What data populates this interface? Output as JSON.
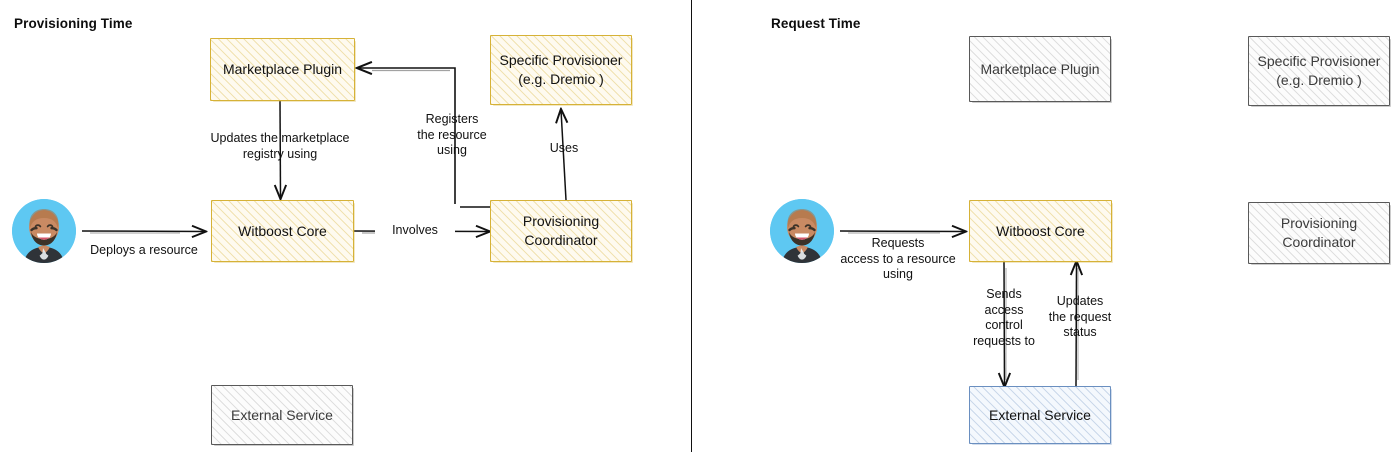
{
  "panels": [
    {
      "id": "provisioning",
      "title": "Provisioning Time",
      "nodes": [
        {
          "id": "marketplace-plugin",
          "label": "Marketplace\nPlugin",
          "state": "active",
          "color": "#d6b237"
        },
        {
          "id": "specific-provisioner",
          "label": "Specific\nProvisioner\n(e.g. Dremio )",
          "state": "active",
          "color": "#d6b237"
        },
        {
          "id": "witboost-core",
          "label": "Witboost Core",
          "state": "active",
          "color": "#d6b237"
        },
        {
          "id": "provisioning-coordinator",
          "label": "Provisioning\nCoordinator",
          "state": "active",
          "color": "#d6b237"
        },
        {
          "id": "external-service",
          "label": "External Service",
          "state": "inactive",
          "color": "#595959"
        }
      ],
      "edges": [
        {
          "id": "deploys",
          "label": "Deploys a resource",
          "from": "user",
          "to": "witboost-core"
        },
        {
          "id": "updates-registry",
          "label": "Updates the marketplace\nregistry using",
          "from": "marketplace-plugin",
          "to": "witboost-core"
        },
        {
          "id": "registers",
          "label": "Registers\nthe resource\nusing",
          "from": "provisioning-coordinator",
          "to": "marketplace-plugin"
        },
        {
          "id": "uses",
          "label": "Uses",
          "from": "provisioning-coordinator",
          "to": "specific-provisioner"
        },
        {
          "id": "involves",
          "label": "Involves",
          "from": "witboost-core",
          "to": "provisioning-coordinator"
        }
      ],
      "actor": {
        "id": "user-avatar",
        "name": "user-avatar"
      }
    },
    {
      "id": "request",
      "title": "Request Time",
      "nodes": [
        {
          "id": "marketplace-plugin",
          "label": "Marketplace\nPlugin",
          "state": "inactive",
          "color": "#595959"
        },
        {
          "id": "specific-provisioner",
          "label": "Specific\nProvisioner\n(e.g. Dremio )",
          "state": "inactive",
          "color": "#595959"
        },
        {
          "id": "witboost-core",
          "label": "Witboost Core",
          "state": "active",
          "color": "#d6b237"
        },
        {
          "id": "provisioning-coordinator",
          "label": "Provisioning\nCoordinator",
          "state": "inactive",
          "color": "#595959"
        },
        {
          "id": "external-service",
          "label": "External Service",
          "state": "blue",
          "color": "#6a8fc0"
        }
      ],
      "edges": [
        {
          "id": "requests-access",
          "label": "Requests\naccess to a resource\nusing",
          "from": "user",
          "to": "witboost-core"
        },
        {
          "id": "sends-access",
          "label": "Sends\naccess\ncontrol\nrequests to",
          "from": "witboost-core",
          "to": "external-service"
        },
        {
          "id": "updates-status",
          "label": "Updates\nthe request\nstatus",
          "from": "external-service",
          "to": "witboost-core"
        }
      ],
      "actor": {
        "id": "user-avatar",
        "name": "user-avatar"
      }
    }
  ],
  "palette": {
    "active": "#d6b237",
    "inactive": "#595959",
    "blue": "#6a8fc0",
    "arrow": "#111111",
    "background": "#ffffff",
    "avatar_background": "#5ec8f2"
  }
}
